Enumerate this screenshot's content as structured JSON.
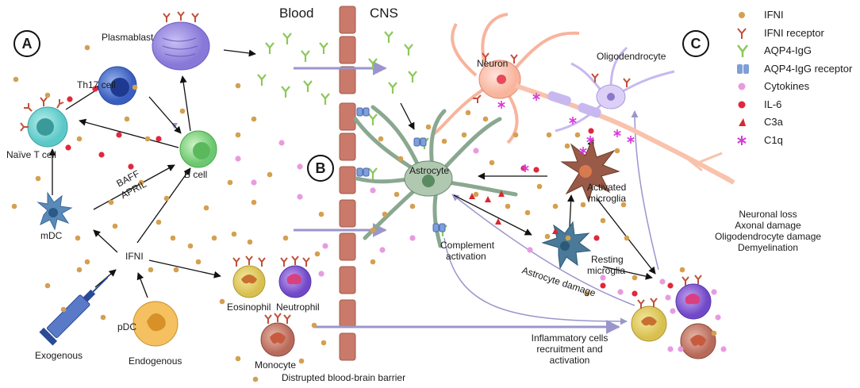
{
  "panels": {
    "a": "A",
    "b": "B",
    "c": "C"
  },
  "regions": {
    "blood": "Blood",
    "cns": "CNS"
  },
  "cells": {
    "plasmablast": "Plasmablast",
    "th17": "Th17 cell",
    "naive_t": "Naïve T cell",
    "b_cell": "B cell",
    "mdc": "mDC",
    "pdc": "pDC",
    "ifni": "IFNI",
    "eosinophil": "Eosinophil",
    "neutrophil": "Neutrophil",
    "monocyte": "Monocyte",
    "neuron": "Neuron",
    "oligodendrocyte": "Oligodendrocyte",
    "astrocyte": "Astrocyte",
    "activated_microglia_1": "Activated",
    "activated_microglia_2": "microglia",
    "resting_microglia_1": "Resting",
    "resting_microglia_2": "microglia"
  },
  "labels": {
    "baff": "BAFF",
    "april": "APRIL",
    "exogenous": "Exogenous",
    "endogenous": "Endogenous",
    "bbb": "Distrupted blood-brain barrier",
    "complement_1": "Complement",
    "complement_2": "activation",
    "astrocyte_damage": "Astrocyte damage",
    "inflammatory_1": "Inflammatory cells",
    "inflammatory_2": "recruitment and",
    "inflammatory_3": "activation",
    "damage_1": "Neuronal loss",
    "damage_2": "Axonal damage",
    "damage_3": "Oligodendrocyte damage",
    "damage_4": "Demyelination"
  },
  "legend": [
    {
      "icon": "ifni-dot-icon",
      "label": "IFNI"
    },
    {
      "icon": "ifni-receptor-icon",
      "label": "IFNI receptor"
    },
    {
      "icon": "aqp4-igg-icon",
      "label": "AQP4-IgG"
    },
    {
      "icon": "aqp4-igg-receptor-icon",
      "label": "AQP4-IgG receptor"
    },
    {
      "icon": "cytokine-dot-icon",
      "label": "Cytokines"
    },
    {
      "icon": "il6-dot-icon",
      "label": "IL-6"
    },
    {
      "icon": "c3a-triangle-icon",
      "label": "C3a"
    },
    {
      "icon": "c1q-star-icon",
      "label": "C1q"
    }
  ],
  "colors": {
    "ifni": "#d4a050",
    "receptor": "#c0503a",
    "igg": "#8cc85a",
    "igg_receptor": "#7f9fd8",
    "cytokine": "#e79be0",
    "il6": "#e0283c",
    "c3a": "#d8282e",
    "c1q": "#d83ad8",
    "arrow_purple": "#9a96cc",
    "barrier": "#c97a6a"
  }
}
